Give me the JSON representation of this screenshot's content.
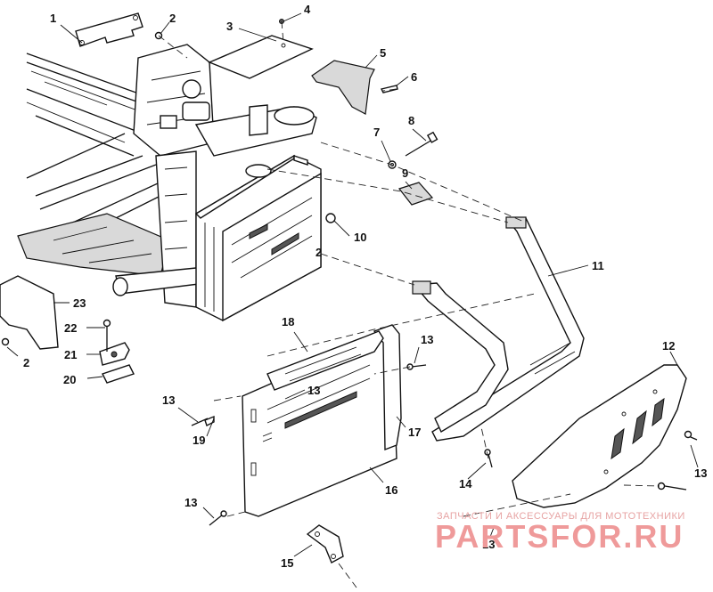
{
  "callouts": {
    "c1": "1",
    "c2a": "2",
    "c2b": "2",
    "c2c": "2",
    "c3": "3",
    "c4": "4",
    "c5": "5",
    "c6": "6",
    "c7": "7",
    "c8": "8",
    "c9": "9",
    "c10": "10",
    "c11": "11",
    "c12": "12",
    "c13a": "13",
    "c13b": "13",
    "c13c": "13",
    "c13d": "13",
    "c13e": "13",
    "c13f": "13",
    "c14": "14",
    "c15": "15",
    "c16": "16",
    "c17": "17",
    "c18": "18",
    "c19": "19",
    "c20": "20",
    "c21": "21",
    "c22": "22",
    "c23": "23"
  },
  "watermark": {
    "tagline": "ЗАПЧАСТИ И АКСЕССУАРЫ ДЛЯ МОТОТЕХНИКИ",
    "brand": "PARTSFOR.RU"
  }
}
